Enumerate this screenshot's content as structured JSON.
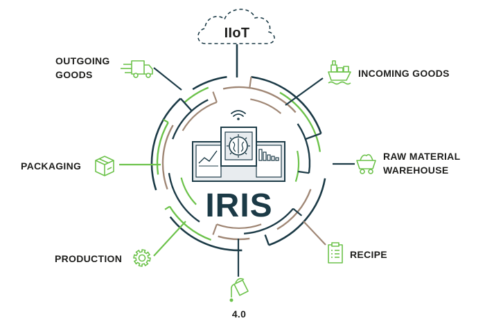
{
  "colors": {
    "dark": "#1b3a46",
    "green": "#6cc24a",
    "brown": "#a08775",
    "text": "#1d1d1b",
    "center_bg": "#e8ecef"
  },
  "center": {
    "title": "IRIS"
  },
  "cloud": {
    "label": "IIoT"
  },
  "nodes": [
    {
      "id": "outgoing-goods",
      "lines": [
        "OUTGOING",
        "GOODS"
      ],
      "icon": "delivery-truck-icon"
    },
    {
      "id": "incoming-goods",
      "lines": [
        "INCOMING GOODS"
      ],
      "icon": "cargo-ship-icon"
    },
    {
      "id": "raw-material-warehouse",
      "lines": [
        "RAW MATERIAL",
        "WAREHOUSE"
      ],
      "icon": "mine-cart-icon"
    },
    {
      "id": "packaging",
      "lines": [
        "PACKAGING"
      ],
      "icon": "box-icon"
    },
    {
      "id": "recipe",
      "lines": [
        "RECIPE"
      ],
      "icon": "clipboard-icon"
    },
    {
      "id": "production",
      "lines": [
        "PRODUCTION"
      ],
      "icon": "gear-icon"
    },
    {
      "id": "industry-4-0",
      "lines": [
        "4.0"
      ],
      "icon": "paint-bucket-icon"
    }
  ]
}
